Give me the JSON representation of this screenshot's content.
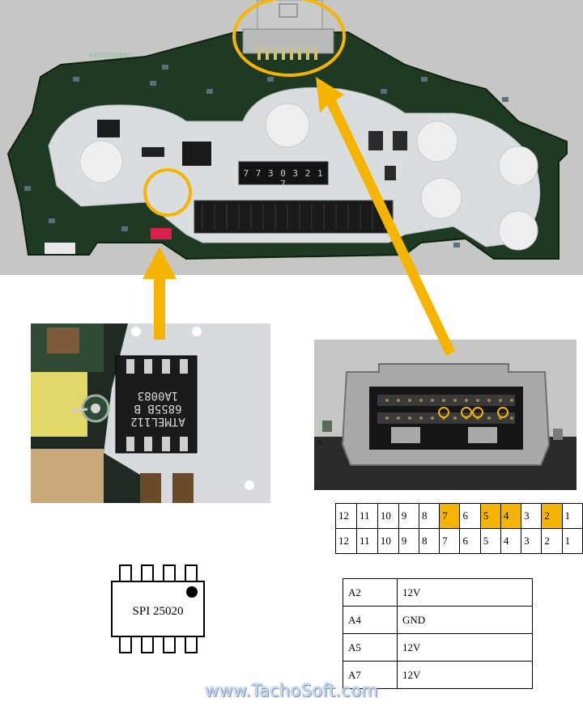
{
  "pcb": {
    "board_label": "E5855600N5",
    "display_digits": "7 7 3 0 3 2 1 7"
  },
  "chip_closeup": {
    "marking_lines": [
      "ATMEL112",
      "6855B B",
      "1A0083"
    ]
  },
  "connector_closeup": {
    "corner_mark": "A"
  },
  "pin_table": {
    "rows": [
      [
        "12",
        "11",
        "10",
        "9",
        "8",
        "7",
        "6",
        "5",
        "4",
        "3",
        "2",
        "1"
      ],
      [
        "12",
        "11",
        "10",
        "9",
        "8",
        "7",
        "6",
        "5",
        "4",
        "3",
        "2",
        "1"
      ]
    ],
    "highlighted_pins_row1": [
      "7",
      "5",
      "4",
      "2"
    ]
  },
  "voltage_table": {
    "rows": [
      {
        "pin": "A2",
        "value": "12V"
      },
      {
        "pin": "A4",
        "value": "GND"
      },
      {
        "pin": "A5",
        "value": "12V"
      },
      {
        "pin": "A7",
        "value": "12V"
      }
    ]
  },
  "chip_diagram": {
    "label": "SPI 25020"
  },
  "watermark": {
    "text": "www.TachoSoft.com"
  },
  "colors": {
    "highlight": "#f5b400",
    "pcb_green": "#1f3a22",
    "arrow": "#f5b400"
  }
}
